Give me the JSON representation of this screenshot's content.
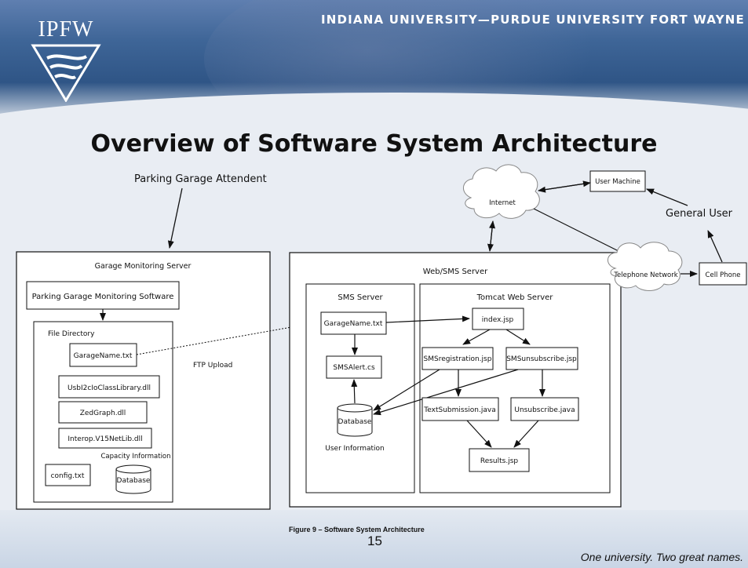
{
  "header": {
    "university": "INDIANA UNIVERSITY—PURDUE UNIVERSITY FORT WAYNE",
    "logo_text": "IPFW"
  },
  "slide": {
    "title": "Overview of Software System Architecture",
    "figure_caption": "Figure 9 – Software System Architecture",
    "page_number": "15",
    "tagline": "One university.  Two great names."
  },
  "diagram": {
    "parking_attendant": "Parking Garage Attendent",
    "general_user": "General User",
    "user_machine": "User Machine",
    "internet": "Internet",
    "telephone_network": "Telephone Network",
    "cell_phone": "Cell Phone",
    "garage_server": "Garage Monitoring Server",
    "monitoring_software": "Parking Garage Monitoring Software",
    "file_directory": "File Directory",
    "garage_file": "GarageName.txt",
    "usb_dll": "UsbI2cIoClassLibrary.dll",
    "zedgraph_dll": "ZedGraph.dll",
    "interop_dll": "Interop.V15NetLib.dll",
    "capacity_info": "Capacity Information",
    "config_file": "config.txt",
    "database": "Database",
    "ftp_upload": "FTP Upload",
    "web_sms_server": "Web/SMS Server",
    "sms_server": "SMS Server",
    "sms_garage_file": "GarageName.txt",
    "sms_alert": "SMSAlert.cs",
    "sms_database": "Database",
    "user_information": "User Information",
    "tomcat_server": "Tomcat Web Server",
    "index_jsp": "index.jsp",
    "sms_registration_jsp": "SMSregistration.jsp",
    "sms_unsubscribe_jsp": "SMSunsubscribe.jsp",
    "text_submission_java": "TextSubmission.java",
    "unsubscribe_java": "Unsubscribe.java",
    "results_jsp": "Results.jsp"
  }
}
